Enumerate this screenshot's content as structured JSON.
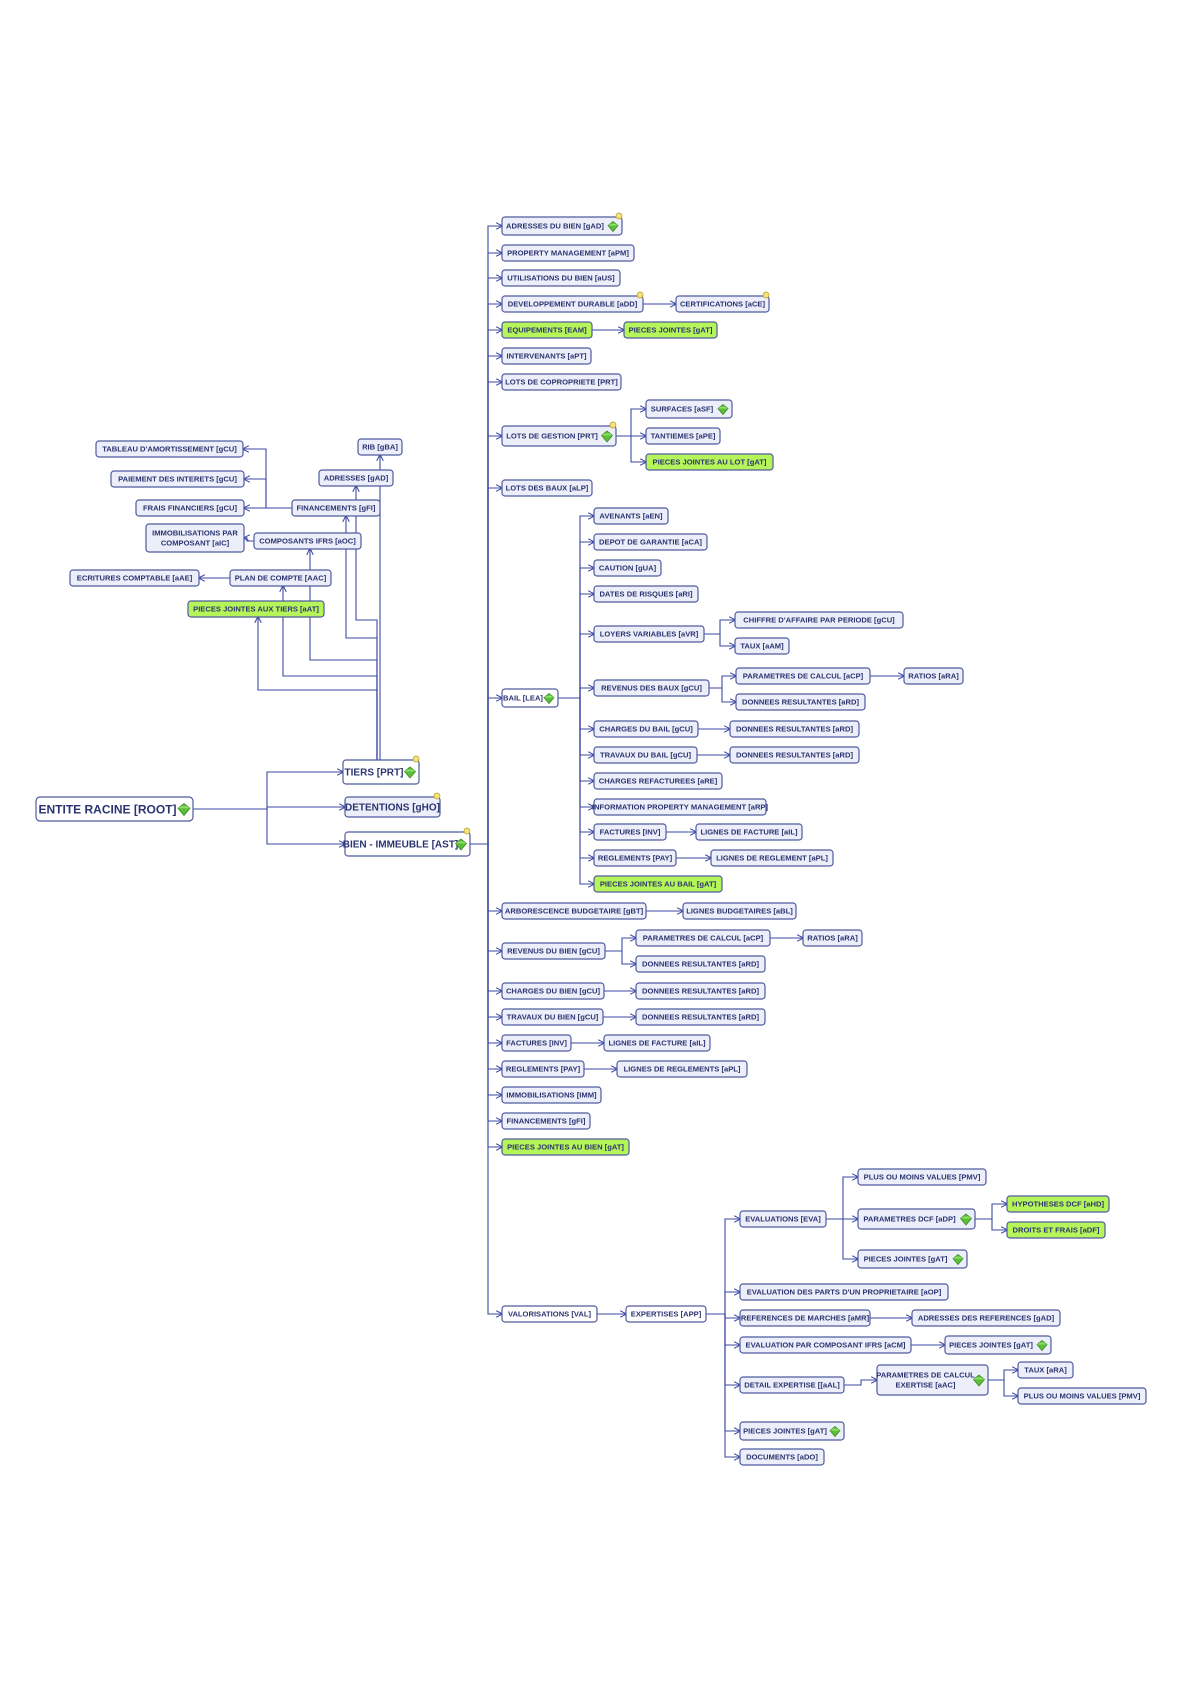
{
  "colors": {
    "node_fill": "#eceefa",
    "node_fill_highlight": "#b6f55a",
    "node_fill_plain": "#ffffff",
    "node_border": "#4f5b9e",
    "edge": "#3d4aa6",
    "gem_icon": "#5bbf3a",
    "note_marker": "#f6e27a"
  },
  "icons": {
    "gem": "green-diamond-icon",
    "note": "note-dot-icon"
  },
  "nodes": [
    {
      "id": "root",
      "label": "ENTITE RACINE [ROOT]",
      "style": "plain",
      "gem": true
    },
    {
      "id": "tiers",
      "label": "TIERS [PRT]",
      "style": "plain",
      "gem": true,
      "note": true
    },
    {
      "id": "detentions",
      "label": "DETENTIONS [gHO]",
      "style": "normal",
      "note": true
    },
    {
      "id": "bien",
      "label": "BIEN - IMMEUBLE [AST]",
      "style": "plain",
      "gem": true,
      "note": true
    },
    {
      "id": "rib",
      "label": "RIB [gBA]",
      "style": "normal"
    },
    {
      "id": "adresses_t",
      "label": "ADRESSES [gAD]",
      "style": "normal"
    },
    {
      "id": "financements_t",
      "label": "FINANCEMENTS [gFI]",
      "style": "normal"
    },
    {
      "id": "tab_amort",
      "label": "TABLEAU D'AMORTISSEMENT [gCU]",
      "style": "normal"
    },
    {
      "id": "paiement_int",
      "label": "PAIEMENT DES INTERETS [gCU]",
      "style": "normal"
    },
    {
      "id": "frais_fin",
      "label": "FRAIS FINANCIERS [gCU]",
      "style": "normal"
    },
    {
      "id": "composants_ifrs",
      "label": "COMPOSANTS IFRS [aOC]",
      "style": "normal"
    },
    {
      "id": "immo_composant",
      "label": "IMMOBILISATIONS PAR COMPOSANT [aIC]",
      "style": "normal",
      "lines": [
        "IMMOBILISATIONS PAR",
        "COMPOSANT [aIC]"
      ]
    },
    {
      "id": "plan_compte",
      "label": "PLAN DE COMPTE [AAC]",
      "style": "normal"
    },
    {
      "id": "ecritures",
      "label": "ECRITURES COMPTABLE [aAE]",
      "style": "normal"
    },
    {
      "id": "pj_tiers",
      "label": "PIECES JOINTES AUX TIERS [aAT]",
      "style": "highlight"
    },
    {
      "id": "adresses_bien",
      "label": "ADRESSES DU BIEN [gAD]",
      "style": "normal",
      "gem": true,
      "note": true
    },
    {
      "id": "property_mgmt",
      "label": "PROPERTY MANAGEMENT [aPM]",
      "style": "normal"
    },
    {
      "id": "utilisations",
      "label": "UTILISATIONS DU BIEN [aUS]",
      "style": "normal"
    },
    {
      "id": "dev_durable",
      "label": "DEVELOPPEMENT DURABLE [aDD]",
      "style": "normal",
      "note": true
    },
    {
      "id": "certifications",
      "label": "CERTIFICATIONS [aCE]",
      "style": "normal",
      "note": true
    },
    {
      "id": "equipements",
      "label": "EQUIPEMENTS [EAM]",
      "style": "highlight"
    },
    {
      "id": "pj_equip",
      "label": "PIECES JOINTES [gAT]",
      "style": "highlight"
    },
    {
      "id": "intervenants",
      "label": "INTERVENANTS [aPT]",
      "style": "normal"
    },
    {
      "id": "lots_copro",
      "label": "LOTS DE COPROPRIETE [PRT]",
      "style": "normal"
    },
    {
      "id": "lots_gestion",
      "label": "LOTS DE GESTION [PRT]",
      "style": "normal",
      "gem": true,
      "note": true
    },
    {
      "id": "surfaces",
      "label": "SURFACES [aSF]",
      "style": "normal",
      "gem": true
    },
    {
      "id": "tantiemes",
      "label": "TANTIEMES [aPE]",
      "style": "normal"
    },
    {
      "id": "pj_lot",
      "label": "PIECES JOINTES AU LOT [gAT]",
      "style": "highlight"
    },
    {
      "id": "lots_baux",
      "label": "LOTS DES BAUX [aLP]",
      "style": "normal"
    },
    {
      "id": "bail",
      "label": "BAIL [LEA]",
      "style": "plain",
      "gem": true
    },
    {
      "id": "avenants",
      "label": "AVENANTS [aEN]",
      "style": "normal"
    },
    {
      "id": "depot",
      "label": "DEPOT DE GARANTIE [aCA]",
      "style": "normal"
    },
    {
      "id": "caution",
      "label": "CAUTION [gUA]",
      "style": "normal"
    },
    {
      "id": "dates_risques",
      "label": "DATES DE RISQUES [aRI]",
      "style": "normal"
    },
    {
      "id": "loyers_var",
      "label": "LOYERS VARIABLES [aVR]",
      "style": "normal"
    },
    {
      "id": "ca_periode",
      "label": "CHIFFRE D'AFFAIRE PAR PERIODE [gCU]",
      "style": "normal"
    },
    {
      "id": "taux_lv",
      "label": "TAUX [aAM]",
      "style": "normal"
    },
    {
      "id": "revenus_baux",
      "label": "REVENUS DES BAUX [gCU]",
      "style": "normal"
    },
    {
      "id": "param_calc_rb",
      "label": "PARAMETRES DE CALCUL [aCP]",
      "style": "normal"
    },
    {
      "id": "ratios_rb",
      "label": "RATIOS [aRA]",
      "style": "normal"
    },
    {
      "id": "donnees_rb",
      "label": "DONNEES RESULTANTES [aRD]",
      "style": "normal"
    },
    {
      "id": "charges_bail",
      "label": "CHARGES DU BAIL [gCU]",
      "style": "normal"
    },
    {
      "id": "donnees_cb",
      "label": "DONNEES RESULTANTES [aRD]",
      "style": "normal"
    },
    {
      "id": "travaux_bail",
      "label": "TRAVAUX DU BAIL [gCU]",
      "style": "normal"
    },
    {
      "id": "donnees_tb",
      "label": "DONNEES RESULTANTES [aRD]",
      "style": "normal"
    },
    {
      "id": "charges_refact",
      "label": "CHARGES REFACTUREES [aRE]",
      "style": "normal"
    },
    {
      "id": "info_pm",
      "label": "INFORMATION PROPERTY MANAGEMENT [aRP]",
      "style": "normal"
    },
    {
      "id": "factures_bail",
      "label": "FACTURES [INV]",
      "style": "normal"
    },
    {
      "id": "lignes_fact_bail",
      "label": "LIGNES DE FACTURE [aIL]",
      "style": "normal"
    },
    {
      "id": "reglements_bail",
      "label": "REGLEMENTS [PAY]",
      "style": "normal"
    },
    {
      "id": "lignes_regl_bail",
      "label": "LIGNES DE REGLEMENT [aPL]",
      "style": "normal"
    },
    {
      "id": "pj_bail",
      "label": "PIECES JOINTES AU BAIL [gAT]",
      "style": "highlight"
    },
    {
      "id": "arbo_budget",
      "label": "ARBORESCENCE BUDGETAIRE [gBT]",
      "style": "normal"
    },
    {
      "id": "lignes_budget",
      "label": "LIGNES BUDGETAIRES [aBL]",
      "style": "normal"
    },
    {
      "id": "revenus_bien",
      "label": "REVENUS DU BIEN [gCU]",
      "style": "normal"
    },
    {
      "id": "param_calc_rv",
      "label": "PARAMETRES DE CALCUL [aCP]",
      "style": "normal"
    },
    {
      "id": "ratios_rv",
      "label": "RATIOS [aRA]",
      "style": "normal"
    },
    {
      "id": "donnees_rv",
      "label": "DONNEES RESULTANTES [aRD]",
      "style": "normal"
    },
    {
      "id": "charges_bien",
      "label": "CHARGES DU BIEN [gCU]",
      "style": "normal"
    },
    {
      "id": "donnees_cbien",
      "label": "DONNEES RESULTANTES [aRD]",
      "style": "normal"
    },
    {
      "id": "travaux_bien",
      "label": "TRAVAUX DU BIEN [gCU]",
      "style": "normal"
    },
    {
      "id": "donnees_tbien",
      "label": "DONNEES RESULTANTES [aRD]",
      "style": "normal"
    },
    {
      "id": "factures_bien",
      "label": "FACTURES [INV]",
      "style": "normal"
    },
    {
      "id": "lignes_fact_bien",
      "label": "LIGNES DE FACTURE [aIL]",
      "style": "normal"
    },
    {
      "id": "reglements_bien",
      "label": "REGLEMENTS [PAY]",
      "style": "normal"
    },
    {
      "id": "lignes_regl_bien",
      "label": "LIGNES DE REGLEMENTS [aPL]",
      "style": "normal"
    },
    {
      "id": "immobilisations",
      "label": "IMMOBILISATIONS [IMM]",
      "style": "normal"
    },
    {
      "id": "financements_b",
      "label": "FINANCEMENTS [gFI]",
      "style": "normal"
    },
    {
      "id": "pj_bien",
      "label": "PIECES JOINTES AU BIEN [gAT]",
      "style": "highlight"
    },
    {
      "id": "valorisations",
      "label": "VALORISATIONS [VAL]",
      "style": "plain"
    },
    {
      "id": "expertises",
      "label": "EXPERTISES [APP]",
      "style": "plain"
    },
    {
      "id": "evaluations",
      "label": "EVALUATIONS [EVA]",
      "style": "normal"
    },
    {
      "id": "pmv_eval",
      "label": "PLUS OU MOINS VALUES [PMV]",
      "style": "normal"
    },
    {
      "id": "param_dcf",
      "label": "PARAMETRES DCF [aDP]",
      "style": "normal",
      "gem": true
    },
    {
      "id": "hyp_dcf",
      "label": "HYPOTHESES DCF [aHD]",
      "style": "highlight"
    },
    {
      "id": "droits_frais",
      "label": "DROITS ET FRAIS [aDF]",
      "style": "highlight"
    },
    {
      "id": "pj_eval",
      "label": "PIECES JOINTES [gAT]",
      "style": "normal",
      "gem": true
    },
    {
      "id": "eval_parts",
      "label": "EVALUATION DES PARTS D'UN PROPRIETAIRE [aOP]",
      "style": "normal"
    },
    {
      "id": "ref_marches",
      "label": "REFERENCES DE MARCHES [aMR]",
      "style": "normal"
    },
    {
      "id": "adr_ref",
      "label": "ADRESSES DES REFERENCES [gAD]",
      "style": "normal"
    },
    {
      "id": "eval_composant",
      "label": "EVALUATION PAR COMPOSANT IFRS [aCM]",
      "style": "normal"
    },
    {
      "id": "pj_ec",
      "label": "PIECES JOINTES [gAT]",
      "style": "normal",
      "gem": true
    },
    {
      "id": "detail_exp",
      "label": "DETAIL EXPERTISE [[aAL]",
      "style": "normal"
    },
    {
      "id": "param_calc_exp",
      "label": "PARAMETRES DE CALCUL EXERTISE [aAC]",
      "style": "normal",
      "gem": true,
      "lines": [
        "PARAMETRES DE CALCUL",
        "EXERTISE [aAC]"
      ]
    },
    {
      "id": "taux_exp",
      "label": "TAUX [aRA]",
      "style": "normal"
    },
    {
      "id": "pmv_exp",
      "label": "PLUS OU MOINS VALUES [PMV]",
      "style": "normal"
    },
    {
      "id": "pj_exp",
      "label": "PIECES JOINTES [gAT]",
      "style": "normal",
      "gem": true
    },
    {
      "id": "documents",
      "label": "DOCUMENTS [aDO]",
      "style": "normal"
    }
  ],
  "edges": [
    [
      "root",
      "tiers"
    ],
    [
      "root",
      "detentions"
    ],
    [
      "root",
      "bien"
    ],
    [
      "tiers",
      "rib"
    ],
    [
      "tiers",
      "adresses_t"
    ],
    [
      "tiers",
      "financements_t"
    ],
    [
      "tiers",
      "composants_ifrs"
    ],
    [
      "tiers",
      "plan_compte"
    ],
    [
      "tiers",
      "pj_tiers"
    ],
    [
      "financements_t",
      "tab_amort"
    ],
    [
      "financements_t",
      "paiement_int"
    ],
    [
      "financements_t",
      "frais_fin"
    ],
    [
      "composants_ifrs",
      "immo_composant"
    ],
    [
      "plan_compte",
      "ecritures"
    ],
    [
      "bien",
      "adresses_bien"
    ],
    [
      "bien",
      "property_mgmt"
    ],
    [
      "bien",
      "utilisations"
    ],
    [
      "bien",
      "dev_durable"
    ],
    [
      "bien",
      "equipements"
    ],
    [
      "bien",
      "intervenants"
    ],
    [
      "bien",
      "lots_copro"
    ],
    [
      "bien",
      "lots_gestion"
    ],
    [
      "bien",
      "lots_baux"
    ],
    [
      "bien",
      "bail"
    ],
    [
      "bien",
      "arbo_budget"
    ],
    [
      "bien",
      "revenus_bien"
    ],
    [
      "bien",
      "charges_bien"
    ],
    [
      "bien",
      "travaux_bien"
    ],
    [
      "bien",
      "factures_bien"
    ],
    [
      "bien",
      "reglements_bien"
    ],
    [
      "bien",
      "immobilisations"
    ],
    [
      "bien",
      "financements_b"
    ],
    [
      "bien",
      "pj_bien"
    ],
    [
      "bien",
      "valorisations"
    ],
    [
      "dev_durable",
      "certifications"
    ],
    [
      "equipements",
      "pj_equip"
    ],
    [
      "lots_gestion",
      "surfaces"
    ],
    [
      "lots_gestion",
      "tantiemes"
    ],
    [
      "lots_gestion",
      "pj_lot"
    ],
    [
      "bail",
      "avenants"
    ],
    [
      "bail",
      "depot"
    ],
    [
      "bail",
      "caution"
    ],
    [
      "bail",
      "dates_risques"
    ],
    [
      "bail",
      "loyers_var"
    ],
    [
      "bail",
      "revenus_baux"
    ],
    [
      "bail",
      "charges_bail"
    ],
    [
      "bail",
      "travaux_bail"
    ],
    [
      "bail",
      "charges_refact"
    ],
    [
      "bail",
      "info_pm"
    ],
    [
      "bail",
      "factures_bail"
    ],
    [
      "bail",
      "reglements_bail"
    ],
    [
      "bail",
      "pj_bail"
    ],
    [
      "loyers_var",
      "ca_periode"
    ],
    [
      "loyers_var",
      "taux_lv"
    ],
    [
      "revenus_baux",
      "param_calc_rb"
    ],
    [
      "revenus_baux",
      "donnees_rb"
    ],
    [
      "param_calc_rb",
      "ratios_rb"
    ],
    [
      "charges_bail",
      "donnees_cb"
    ],
    [
      "travaux_bail",
      "donnees_tb"
    ],
    [
      "factures_bail",
      "lignes_fact_bail"
    ],
    [
      "reglements_bail",
      "lignes_regl_bail"
    ],
    [
      "arbo_budget",
      "lignes_budget"
    ],
    [
      "revenus_bien",
      "param_calc_rv"
    ],
    [
      "revenus_bien",
      "donnees_rv"
    ],
    [
      "param_calc_rv",
      "ratios_rv"
    ],
    [
      "charges_bien",
      "donnees_cbien"
    ],
    [
      "travaux_bien",
      "donnees_tbien"
    ],
    [
      "factures_bien",
      "lignes_fact_bien"
    ],
    [
      "reglements_bien",
      "lignes_regl_bien"
    ],
    [
      "valorisations",
      "expertises"
    ],
    [
      "expertises",
      "evaluations"
    ],
    [
      "expertises",
      "eval_parts"
    ],
    [
      "expertises",
      "ref_marches"
    ],
    [
      "expertises",
      "eval_composant"
    ],
    [
      "expertises",
      "detail_exp"
    ],
    [
      "expertises",
      "pj_exp"
    ],
    [
      "expertises",
      "documents"
    ],
    [
      "evaluations",
      "pmv_eval"
    ],
    [
      "evaluations",
      "param_dcf"
    ],
    [
      "evaluations",
      "pj_eval"
    ],
    [
      "param_dcf",
      "hyp_dcf"
    ],
    [
      "param_dcf",
      "droits_frais"
    ],
    [
      "ref_marches",
      "adr_ref"
    ],
    [
      "eval_composant",
      "pj_ec"
    ],
    [
      "detail_exp",
      "param_calc_exp"
    ],
    [
      "param_calc_exp",
      "taux_exp"
    ],
    [
      "param_calc_exp",
      "pmv_exp"
    ]
  ]
}
